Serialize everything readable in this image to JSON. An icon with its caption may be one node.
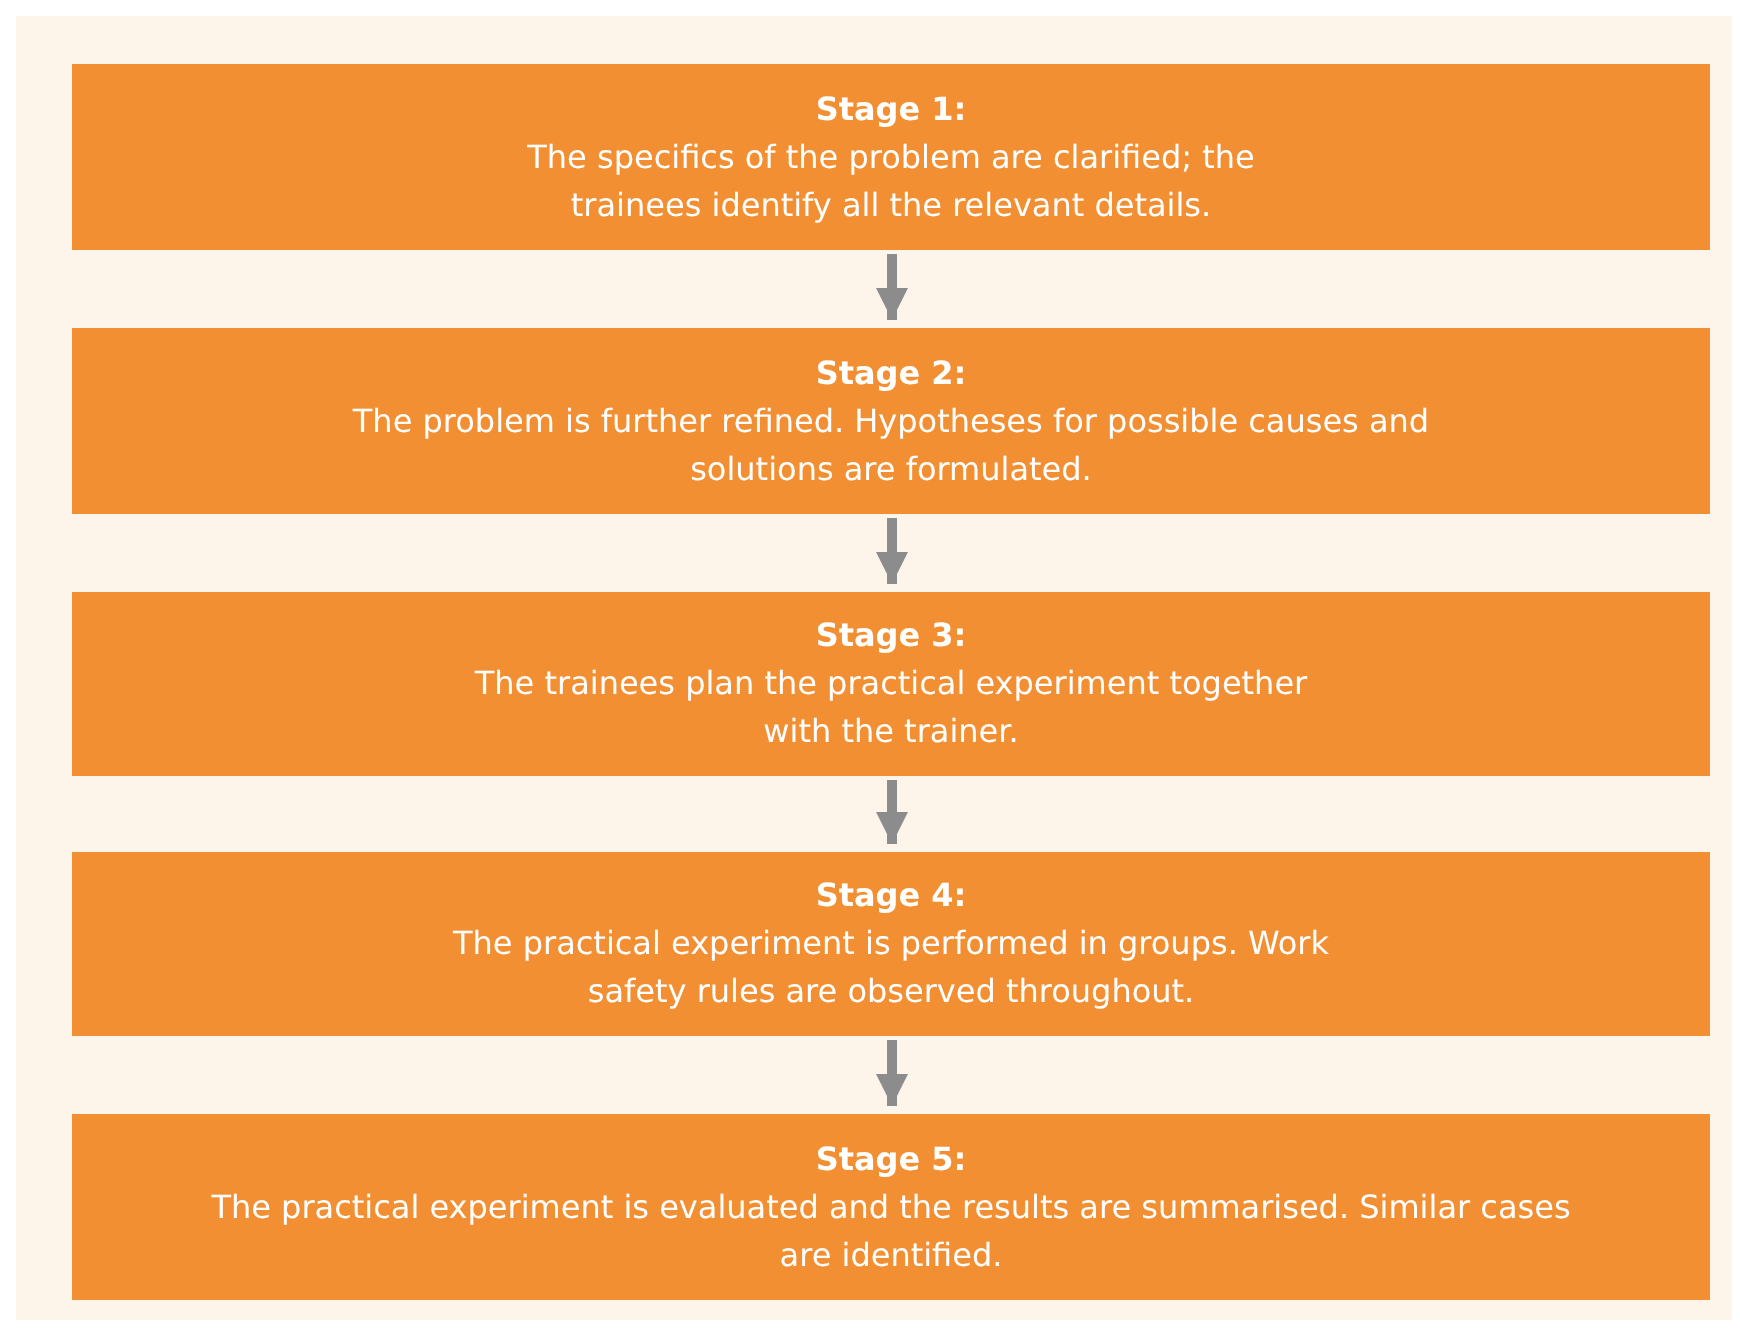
{
  "diagram": {
    "nodes": [
      {
        "text": [
          "Stage 1:",
          "The specifics of the problem are clarified; the trainees identify all the relevant details."
        ]
      },
      {
        "text": [
          "Stage 2:",
          "The problem is further refined. Hypotheses for possible causes and solutions are formulated."
        ]
      },
      {
        "text": [
          "Stage 3:",
          "The trainees plan the practical experiment together with the trainer."
        ]
      },
      {
        "text": [
          "Stage 4:",
          "The practical experiment is performed in groups. Work safety rules are observed throughout."
        ]
      },
      {
        "text": [
          "Stage 5:",
          "The practical experiment is evaluated and the results are summarised. Similar cases are identified."
        ]
      }
    ],
    "edges": [
      {
        "from": 0,
        "to": 1,
        "arrow": "to"
      },
      {
        "from": 1,
        "to": 2,
        "arrow": "to"
      },
      {
        "from": 2,
        "to": 3,
        "arrow": "to"
      },
      {
        "from": 3,
        "to": 4,
        "arrow": "to"
      }
    ]
  }
}
